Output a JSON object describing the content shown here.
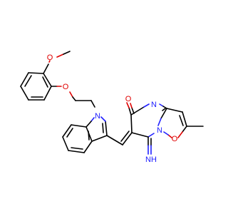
{
  "molecule": {
    "atoms": {
      "o_methoxy": "O",
      "o_ether": "O",
      "n_indole": "N",
      "o_carbonyl": "O",
      "n_pyrimidine": "N",
      "o_isoxazole": "O",
      "n_isoxazole": "N",
      "nh_imino": "NH"
    },
    "colors": {
      "carbon": "#000000",
      "oxygen": "#e00000",
      "nitrogen": "#2020ff"
    }
  }
}
